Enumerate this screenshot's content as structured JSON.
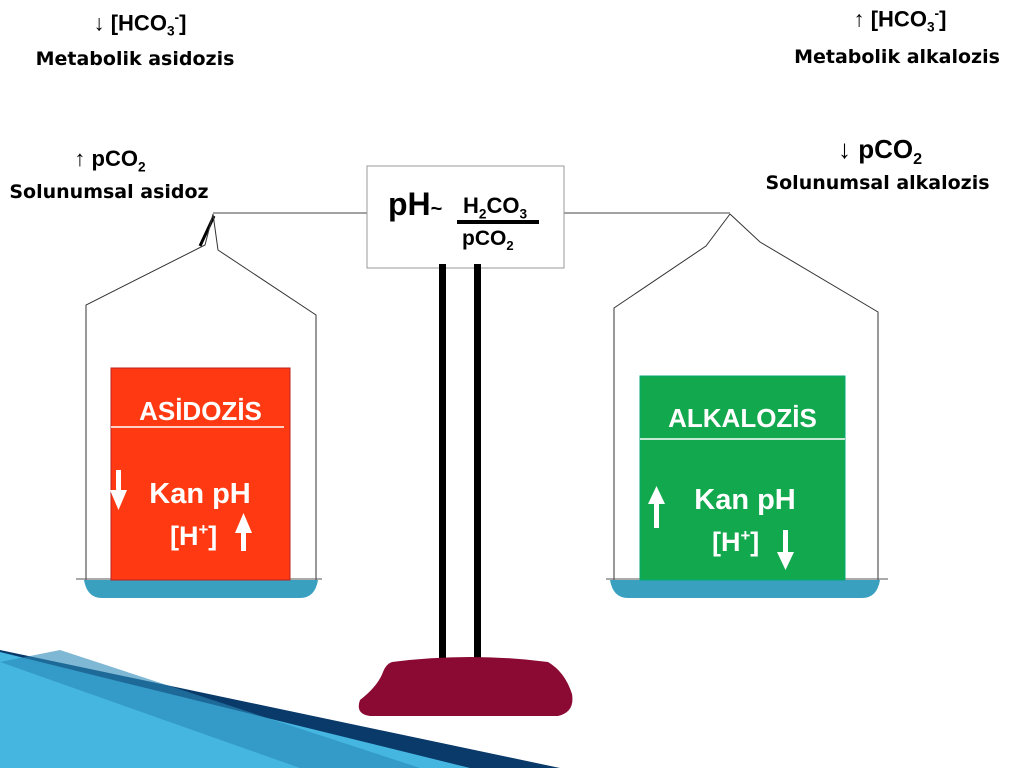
{
  "colors": {
    "acid_box": "#ff3a12",
    "alkali_box": "#12a84e",
    "pan": "#3aa0bf",
    "base": "#8a0a33",
    "corner_dark": "#0a3a6a",
    "corner_light": "#45b6e0"
  },
  "top_left": {
    "arrow": "↓",
    "ion_open": "[HCO",
    "ion_sub": "3",
    "ion_sup": "-",
    "ion_close": "]",
    "caption": "Metabolik asidozis"
  },
  "top_right": {
    "arrow": "↑",
    "ion_open": "[HCO",
    "ion_sub": "3",
    "ion_sup": "-",
    "ion_close": "]",
    "caption": "Metabolik alkalozis"
  },
  "mid_left": {
    "arrow": "↑",
    "label": "pCO",
    "sub": "2",
    "caption": "Solunumsal asidoz"
  },
  "mid_right": {
    "arrow": "↓",
    "label": "pCO",
    "sub": "2",
    "caption": "Solunumsal alkalozis"
  },
  "formula": {
    "ph": "pH",
    "tilde": "~",
    "numerator": "H",
    "num_sub": "2",
    "num_tail": "CO",
    "num_sub2": "3",
    "denominator": "pCO",
    "den_sub": "2"
  },
  "acid_box": {
    "title": "ASİDOZİS",
    "line1": "Kan pH",
    "line2_open": "[H",
    "line2_sup": "+",
    "line2_close": "]"
  },
  "alkali_box": {
    "title": "ALKALOZİS",
    "line1": "Kan pH",
    "line2_open": "[H",
    "line2_sup": "+",
    "line2_close": "]"
  }
}
